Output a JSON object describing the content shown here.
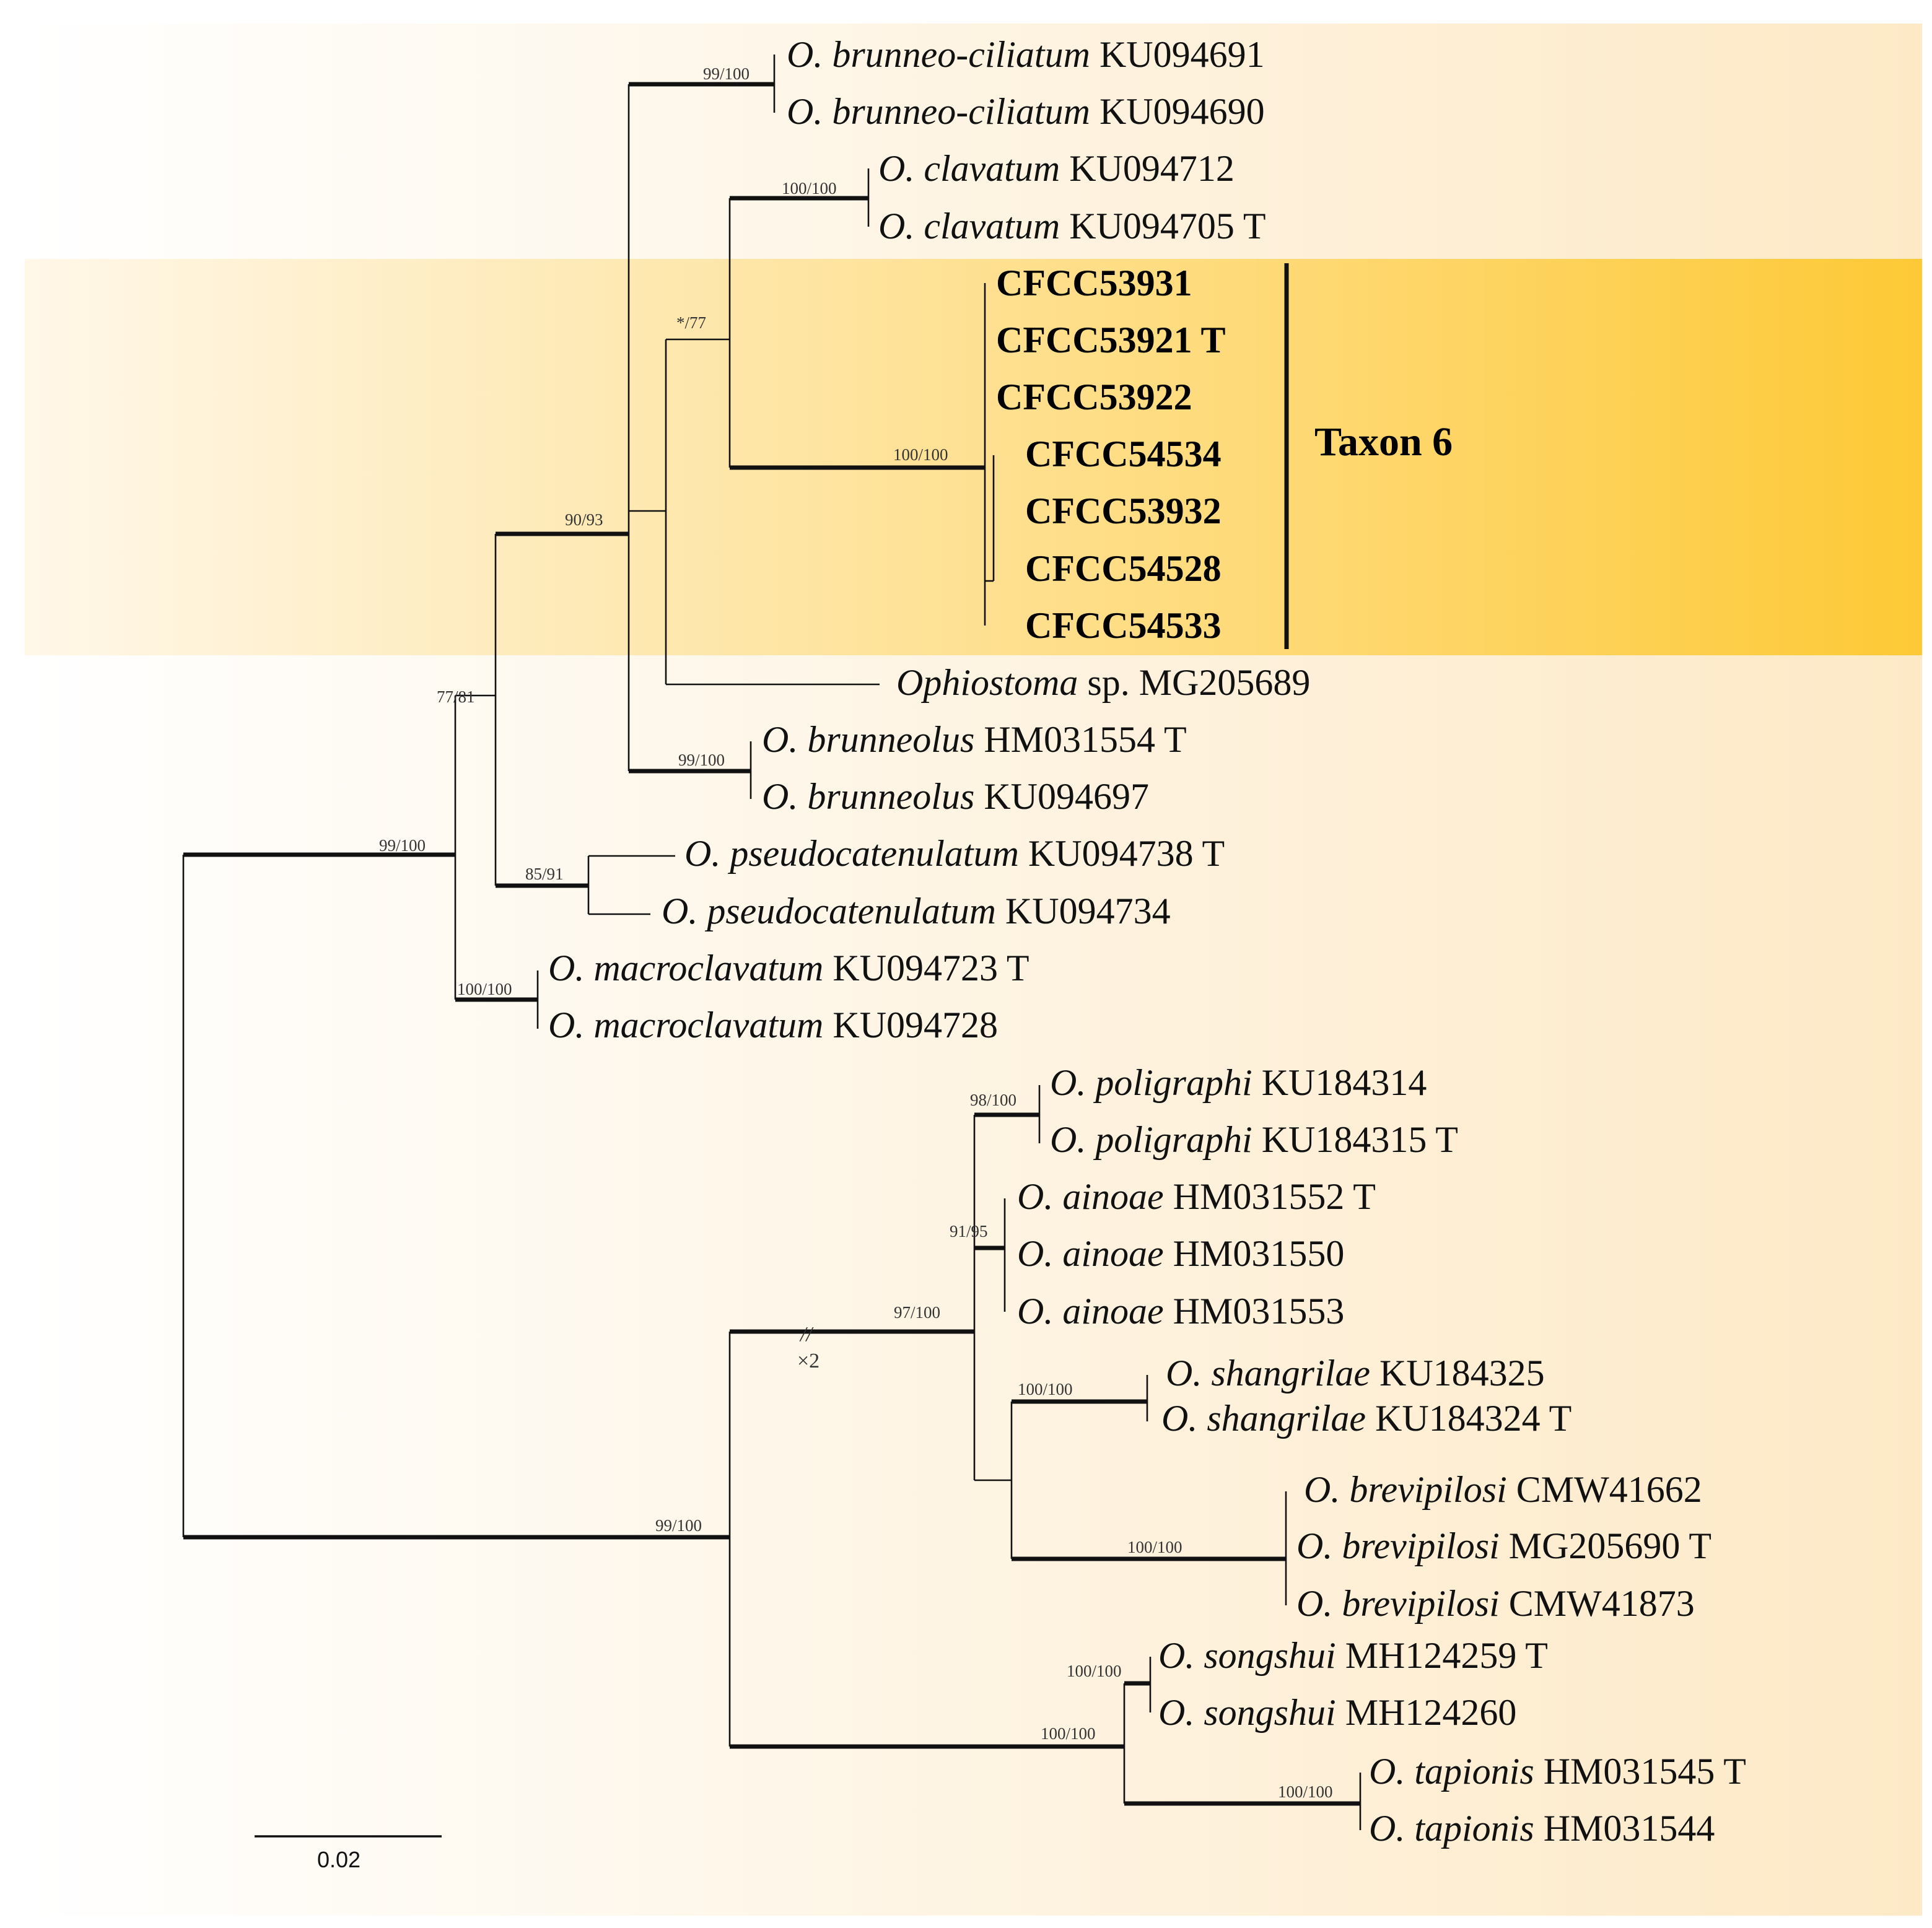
{
  "figure": {
    "background_gradient": [
      "#FFFFFF",
      "#FDE9C6"
    ],
    "highlight_gradient": [
      "#FFF4DF",
      "#FDC936"
    ],
    "branch_color": "#111111"
  },
  "highlight": {
    "label": "Taxon 6"
  },
  "taxa": [
    {
      "id": "t1",
      "italic": "O. brunneo-ciliatum",
      "rest": " KU094691",
      "bold": false
    },
    {
      "id": "t2",
      "italic": "O. brunneo-ciliatum",
      "rest": " KU094690",
      "bold": false
    },
    {
      "id": "t3",
      "italic": "O. clavatum",
      "rest": " KU094712",
      "bold": false
    },
    {
      "id": "t4",
      "italic": "O. clavatum",
      "rest": " KU094705 T",
      "bold": false
    },
    {
      "id": "t5",
      "italic": "",
      "rest": "CFCC53931",
      "bold": true
    },
    {
      "id": "t6",
      "italic": "",
      "rest": "CFCC53921 T",
      "bold": true
    },
    {
      "id": "t7",
      "italic": "",
      "rest": "CFCC53922",
      "bold": true
    },
    {
      "id": "t8",
      "italic": "",
      "rest": "CFCC54534",
      "bold": true
    },
    {
      "id": "t9",
      "italic": "",
      "rest": "CFCC53932",
      "bold": true
    },
    {
      "id": "t10",
      "italic": "",
      "rest": "CFCC54528",
      "bold": true
    },
    {
      "id": "t11",
      "italic": "",
      "rest": "CFCC54533",
      "bold": true
    },
    {
      "id": "t12",
      "italic": "Ophiostoma",
      "rest": " sp. MG205689",
      "bold": false
    },
    {
      "id": "t13",
      "italic": "O. brunneolus",
      "rest": " HM031554 T",
      "bold": false
    },
    {
      "id": "t14",
      "italic": "O. brunneolus",
      "rest": " KU094697",
      "bold": false
    },
    {
      "id": "t15",
      "italic": "O. pseudocatenulatum",
      "rest": " KU094738 T",
      "bold": false
    },
    {
      "id": "t16",
      "italic": "O. pseudocatenulatum",
      "rest": " KU094734",
      "bold": false
    },
    {
      "id": "t17",
      "italic": "O. macroclavatum",
      "rest": " KU094723 T",
      "bold": false
    },
    {
      "id": "t18",
      "italic": "O. macroclavatum",
      "rest": " KU094728",
      "bold": false
    },
    {
      "id": "t19",
      "italic": "O. poligraphi",
      "rest": " KU184314",
      "bold": false
    },
    {
      "id": "t20",
      "italic": "O. poligraphi",
      "rest": " KU184315 T",
      "bold": false
    },
    {
      "id": "t21",
      "italic": "O. ainoae",
      "rest": " HM031552 T",
      "bold": false
    },
    {
      "id": "t22",
      "italic": "O. ainoae",
      "rest": " HM031550",
      "bold": false
    },
    {
      "id": "t23",
      "italic": "O. ainoae",
      "rest": " HM031553",
      "bold": false
    },
    {
      "id": "t24",
      "italic": "O. shangrilae",
      "rest": " KU184325",
      "bold": false
    },
    {
      "id": "t25",
      "italic": "O. shangrilae",
      "rest": " KU184324 T",
      "bold": false
    },
    {
      "id": "t26",
      "italic": "O. brevipilosi",
      "rest": " CMW41662",
      "bold": false
    },
    {
      "id": "t27",
      "italic": "O. brevipilosi",
      "rest": " MG205690 T",
      "bold": false
    },
    {
      "id": "t28",
      "italic": "O. brevipilosi",
      "rest": " CMW41873",
      "bold": false
    },
    {
      "id": "t29",
      "italic": "O. songshui",
      "rest": " MH124259 T",
      "bold": false
    },
    {
      "id": "t30",
      "italic": "O. songshui",
      "rest": " MH124260",
      "bold": false
    },
    {
      "id": "t31",
      "italic": "O. tapionis",
      "rest": " HM031545 T",
      "bold": false
    },
    {
      "id": "t32",
      "italic": "O. tapionis",
      "rest": " HM031544",
      "bold": false
    }
  ],
  "support_values": [
    {
      "id": "s1",
      "text": "99/100"
    },
    {
      "id": "s2",
      "text": "100/100"
    },
    {
      "id": "s3",
      "text": "*/77"
    },
    {
      "id": "s4",
      "text": "100/100"
    },
    {
      "id": "s5",
      "text": "90/93"
    },
    {
      "id": "s6",
      "text": "77/81"
    },
    {
      "id": "s7",
      "text": "99/100"
    },
    {
      "id": "s8",
      "text": "99/100"
    },
    {
      "id": "s9",
      "text": "85/91"
    },
    {
      "id": "s10",
      "text": "100/100"
    },
    {
      "id": "s11",
      "text": "98/100"
    },
    {
      "id": "s12",
      "text": "91/95"
    },
    {
      "id": "s13",
      "text": "97/100"
    },
    {
      "id": "s14",
      "text": "100/100"
    },
    {
      "id": "s15",
      "text": "100/100"
    },
    {
      "id": "s16",
      "text": "99/100"
    },
    {
      "id": "s17",
      "text": "100/100"
    },
    {
      "id": "s18",
      "text": "100/100"
    },
    {
      "id": "s19",
      "text": "100/100"
    }
  ],
  "break_mark": {
    "symbol": "//",
    "label": "×2"
  },
  "scale_bar": {
    "label": "0.02",
    "value": 0.02
  }
}
